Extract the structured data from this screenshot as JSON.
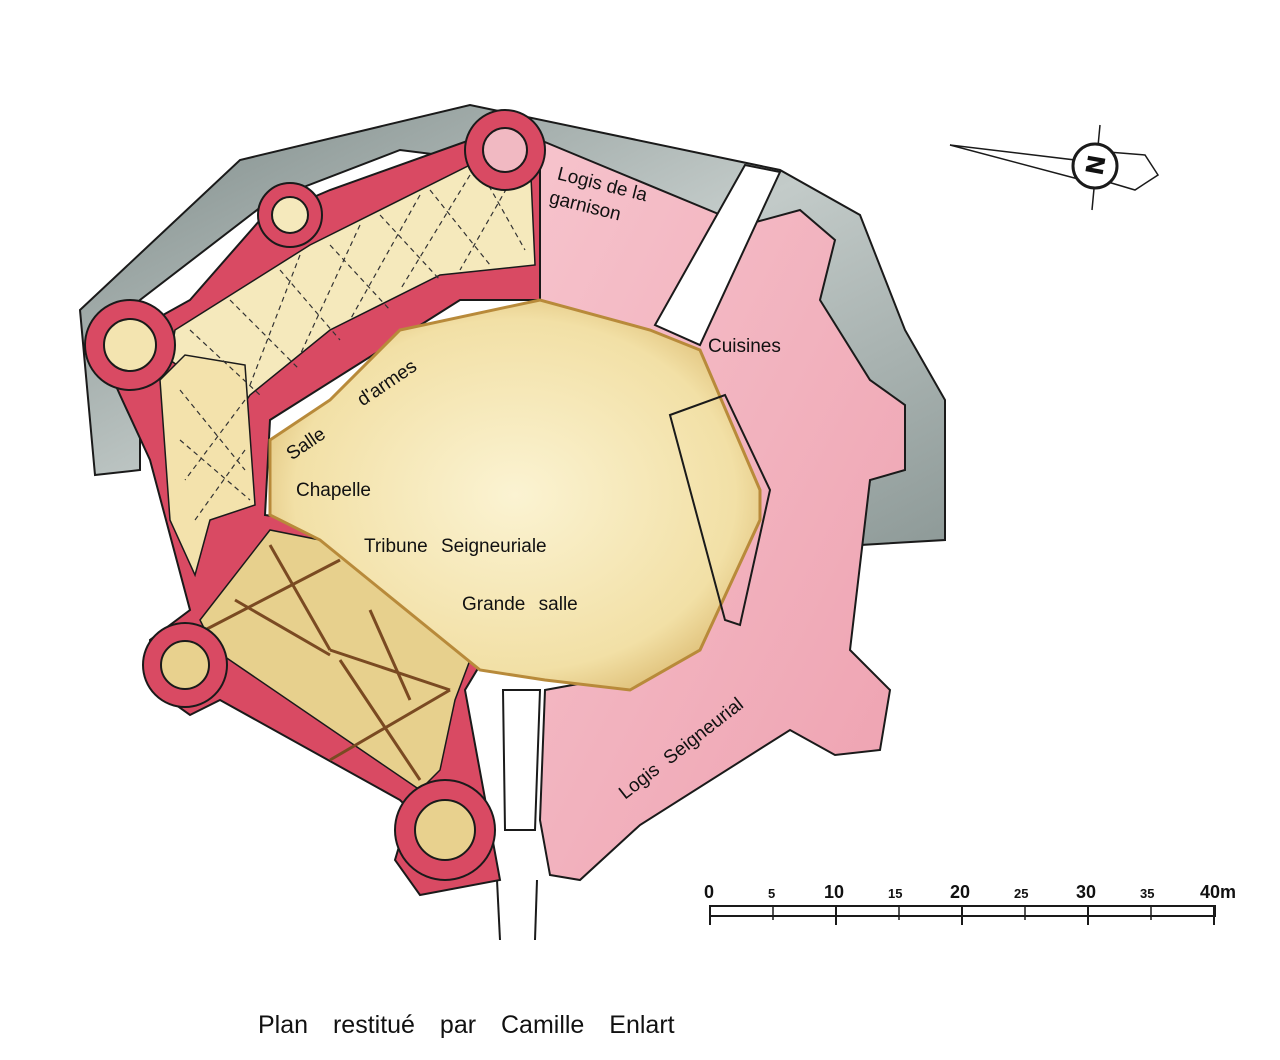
{
  "rooms": {
    "logis_garnison_1": "Logis de la",
    "logis_garnison_2": "garnison",
    "cuisines": "Cuisines",
    "salle_armes_1": "Salle",
    "salle_armes_2": "d'armes",
    "chapelle": "Chapelle",
    "tribune": "Tribune Seigneuriale",
    "grande_salle": "Grande salle",
    "logis_seigneurial": "Logis Seigneurial"
  },
  "north_arrow": {
    "label": "N",
    "icon": "north-arrow-icon"
  },
  "scale_bar": {
    "unit": "m",
    "ticks": [
      "0",
      "5",
      "10",
      "15",
      "20",
      "25",
      "30",
      "35",
      "40m"
    ]
  },
  "caption": "Plan restitué par Camille Enlart",
  "colors": {
    "wall": "#d94a63",
    "wall_light": "#f3b6c1",
    "courtyard": "#f4e6b0",
    "courtyard_edge": "#cfa957",
    "moat": "#8e9a98",
    "outline": "#1a1a1a"
  }
}
